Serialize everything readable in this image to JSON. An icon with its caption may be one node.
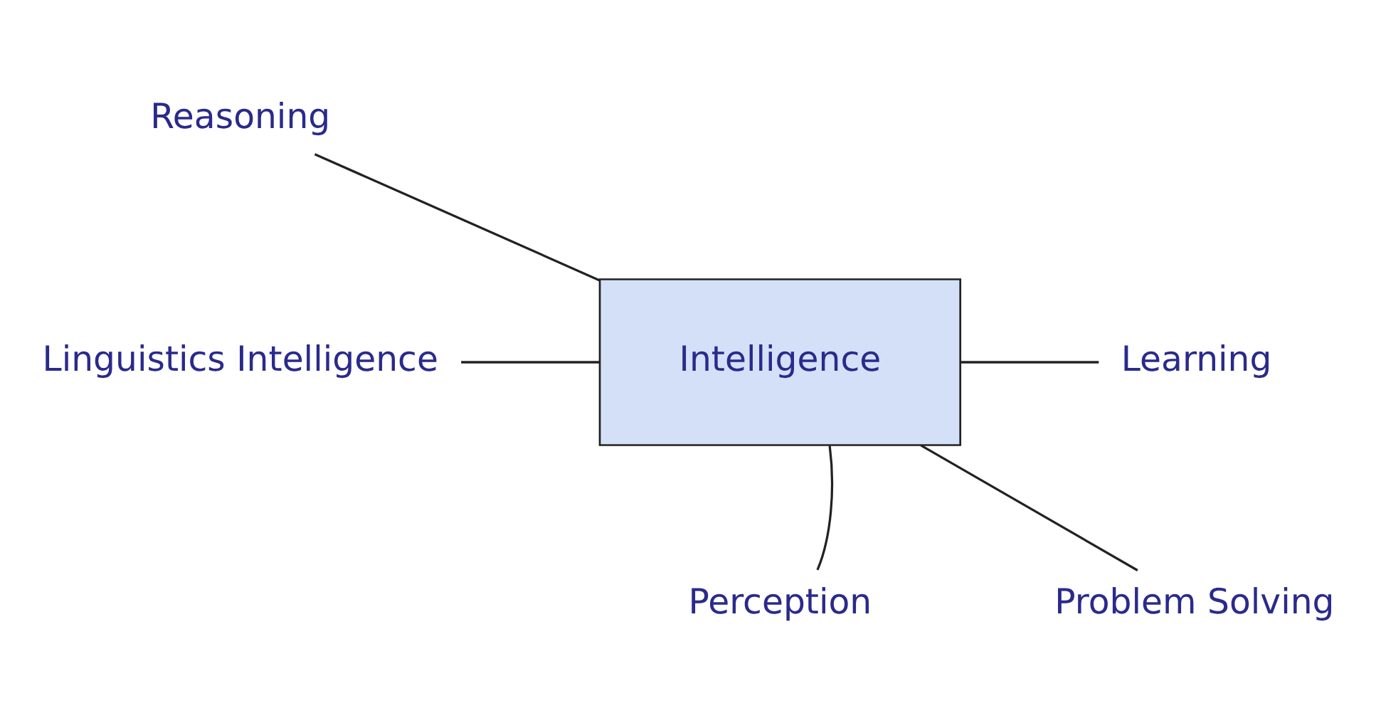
{
  "diagram": {
    "nodes": [
      {
        "text": [
          "Reasoning"
        ]
      },
      {
        "text": [
          "Linguistics Intelligence"
        ]
      },
      {
        "text": [
          "Intelligence"
        ]
      },
      {
        "text": [
          "Learning"
        ]
      },
      {
        "text": [
          "Perception"
        ]
      },
      {
        "text": [
          "Problem Solving"
        ]
      }
    ],
    "edges": [
      {
        "from": 2,
        "to": 0,
        "arrow": "none"
      },
      {
        "from": 2,
        "to": 1,
        "arrow": "none"
      },
      {
        "from": 2,
        "to": 3,
        "arrow": "none"
      },
      {
        "from": 2,
        "to": 4,
        "arrow": "none"
      },
      {
        "from": 2,
        "to": 5,
        "arrow": "none"
      }
    ]
  }
}
